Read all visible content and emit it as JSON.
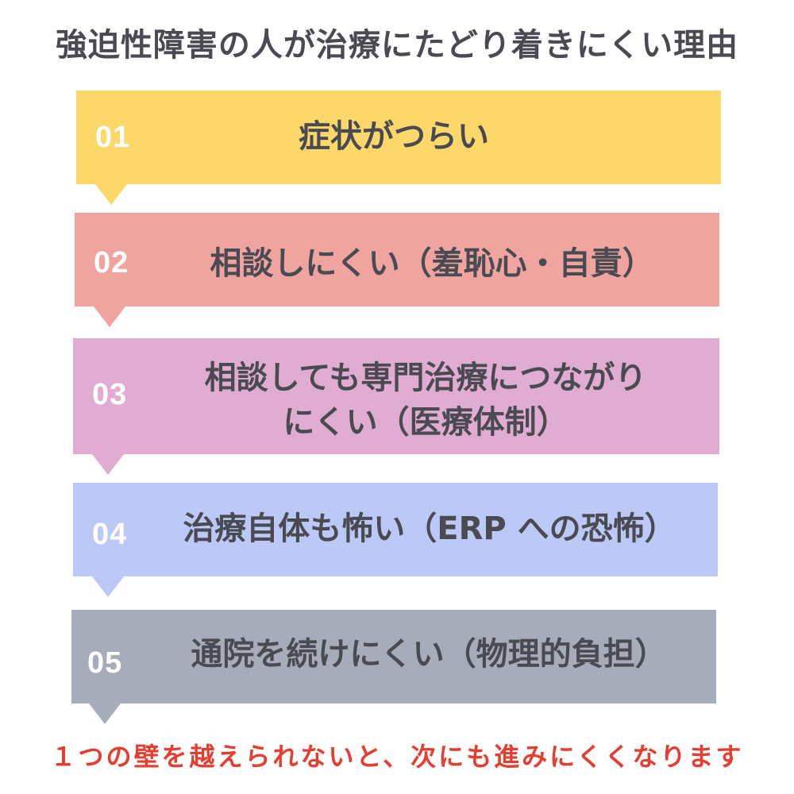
{
  "title": "強迫性障害の人が治療にたどり着きにくい理由",
  "steps": [
    {
      "number": "01",
      "label": "症状がつらい",
      "color": "#fcd86a"
    },
    {
      "number": "02",
      "label": "相談しにくい（羞恥心・自責）",
      "color": "#f0a4a0"
    },
    {
      "number": "03",
      "label_line1": "相談しても専門治療につながり",
      "label_line2": "にくい（医療体制）",
      "color": "#e0acd2"
    },
    {
      "number": "04",
      "label": "治療自体も怖い（ERP への恐怖）",
      "color": "#bcc8f6"
    },
    {
      "number": "05",
      "label": "通院を続けにくい（物理的負担）",
      "color": "#a6acba"
    }
  ],
  "footer": "１つの壁を越えられないと、次にも進みにくくなります"
}
